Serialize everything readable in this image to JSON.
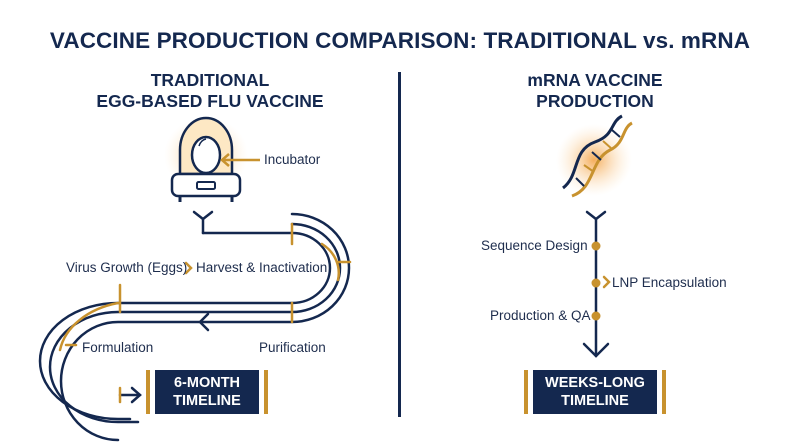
{
  "title": "VACCINE PRODUCTION COMPARISON: TRADITIONAL vs. mRNA",
  "colors": {
    "navy": "#14284f",
    "gold": "#c8922e",
    "glow": "#f6c27a"
  },
  "traditional": {
    "title_line1": "TRADITIONAL",
    "title_line2": "EGG-BASED FLU VACCINE",
    "incubator_label": "Incubator",
    "incubator_icon": "egg-incubator-icon",
    "steps": {
      "virus_growth": "Virus Growth (Eggs)",
      "harvest": "Harvest & Inactivation",
      "formulation": "Formulation",
      "purification": "Purification"
    },
    "timeline_line1": "6-MONTH",
    "timeline_line2": "TIMELINE"
  },
  "mrna": {
    "title_line1": "mRNA VACCINE",
    "title_line2": "PRODUCTION",
    "dna_icon": "dna-helix-icon",
    "steps": {
      "sequence": "Sequence Design",
      "lnp": "LNP Encapsulation",
      "production": "Production & QA"
    },
    "timeline_line1": "WEEKS-LONG",
    "timeline_line2": "TIMELINE"
  }
}
